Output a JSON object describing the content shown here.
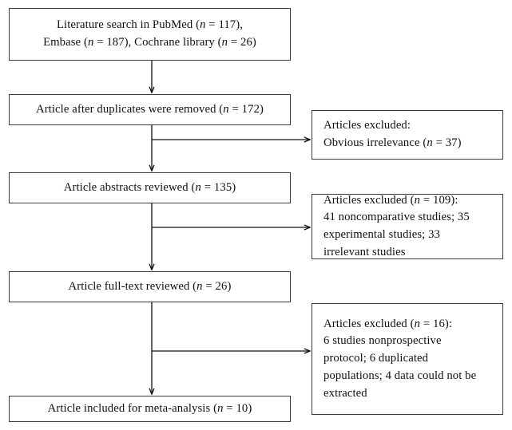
{
  "diagram": {
    "title": "Study selection flow diagram",
    "type": "prisma-flowchart",
    "stroke_color": "#3a3a3a",
    "background_color": "#ffffff"
  },
  "nodes": {
    "identification": {
      "name": "literature-search",
      "lines": [
        "Literature search in PubMed (n = 117),",
        "Embase (n = 187), Cochrane library (n = 26)"
      ],
      "counts": {
        "pubmed": 117,
        "embase": 187,
        "cochrane": 26
      }
    },
    "duplicates": {
      "name": "after-duplicates-removed",
      "lines": [
        "Article after duplicates were removed (n = 172)"
      ],
      "counts": {
        "n": 172
      }
    },
    "abstracts": {
      "name": "abstracts-reviewed",
      "lines": [
        "Article abstracts reviewed (n = 135)"
      ],
      "counts": {
        "n": 135
      }
    },
    "fulltext": {
      "name": "full-text-reviewed",
      "lines": [
        "Article full-text reviewed (n = 26)"
      ],
      "counts": {
        "n": 26
      }
    },
    "included": {
      "name": "included-for-meta-analysis",
      "lines": [
        "Article included for meta-analysis (n = 10)"
      ],
      "counts": {
        "n": 10
      }
    }
  },
  "exclusions": [
    {
      "name": "excluded-obvious-irrelevance",
      "lines": [
        "Articles excluded:",
        "Obvious irrelevance (n = 37)"
      ],
      "counts": {
        "total": 37
      }
    },
    {
      "name": "excluded-after-abstracts",
      "lines": [
        "Articles excluded (n = 109):",
        "41 noncomparative studies; 35",
        "experimental studies; 33",
        "irrelevant studies"
      ],
      "counts": {
        "total": 109,
        "noncomparative": 41,
        "experimental": 35,
        "irrelevant": 33
      }
    },
    {
      "name": "excluded-after-fulltext",
      "lines": [
        "Articles excluded (n = 16):",
        "6 studies nonprospective",
        "protocol; 6 duplicated",
        "populations; 4 data could not be",
        "extracted"
      ],
      "counts": {
        "total": 16,
        "nonprospective_protocol": 6,
        "duplicated_populations": 6,
        "data_not_extracted": 4
      }
    }
  ]
}
